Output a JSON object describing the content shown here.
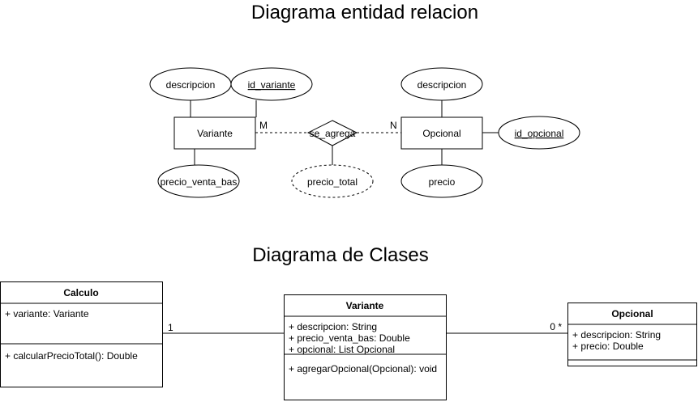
{
  "er": {
    "title": "Diagrama entidad relacion",
    "variante": {
      "name": "Variante",
      "attrs": {
        "descripcion": "descripcion",
        "id": "id_variante",
        "precio": "precio_venta_bas"
      }
    },
    "relationship": {
      "name": "se_agrega",
      "attr": "precio_total",
      "card_left": "M",
      "card_right": "N"
    },
    "opcional": {
      "name": "Opcional",
      "attrs": {
        "descripcion": "descripcion",
        "id": "id_opcional",
        "precio": "precio"
      }
    }
  },
  "classes": {
    "title": "Diagrama de Clases",
    "calculo": {
      "name": "Calculo",
      "attributes": [
        "+ variante: Variante"
      ],
      "methods": [
        "+ calcularPrecioTotal(): Double"
      ]
    },
    "variante": {
      "name": "Variante",
      "attributes": [
        "+ descripcion: String",
        "+ precio_venta_bas: Double",
        "+ opcional: List Opcional"
      ],
      "methods": [
        "+ agregarOpcional(Opcional): void"
      ]
    },
    "opcional": {
      "name": "Opcional",
      "attributes": [
        "+ descripcion: String",
        "+ precio: Double"
      ],
      "methods": []
    },
    "assoc_calculo_variante": {
      "mult_left": "1"
    },
    "assoc_variante_opcional": {
      "mult_right": "0 *"
    }
  }
}
